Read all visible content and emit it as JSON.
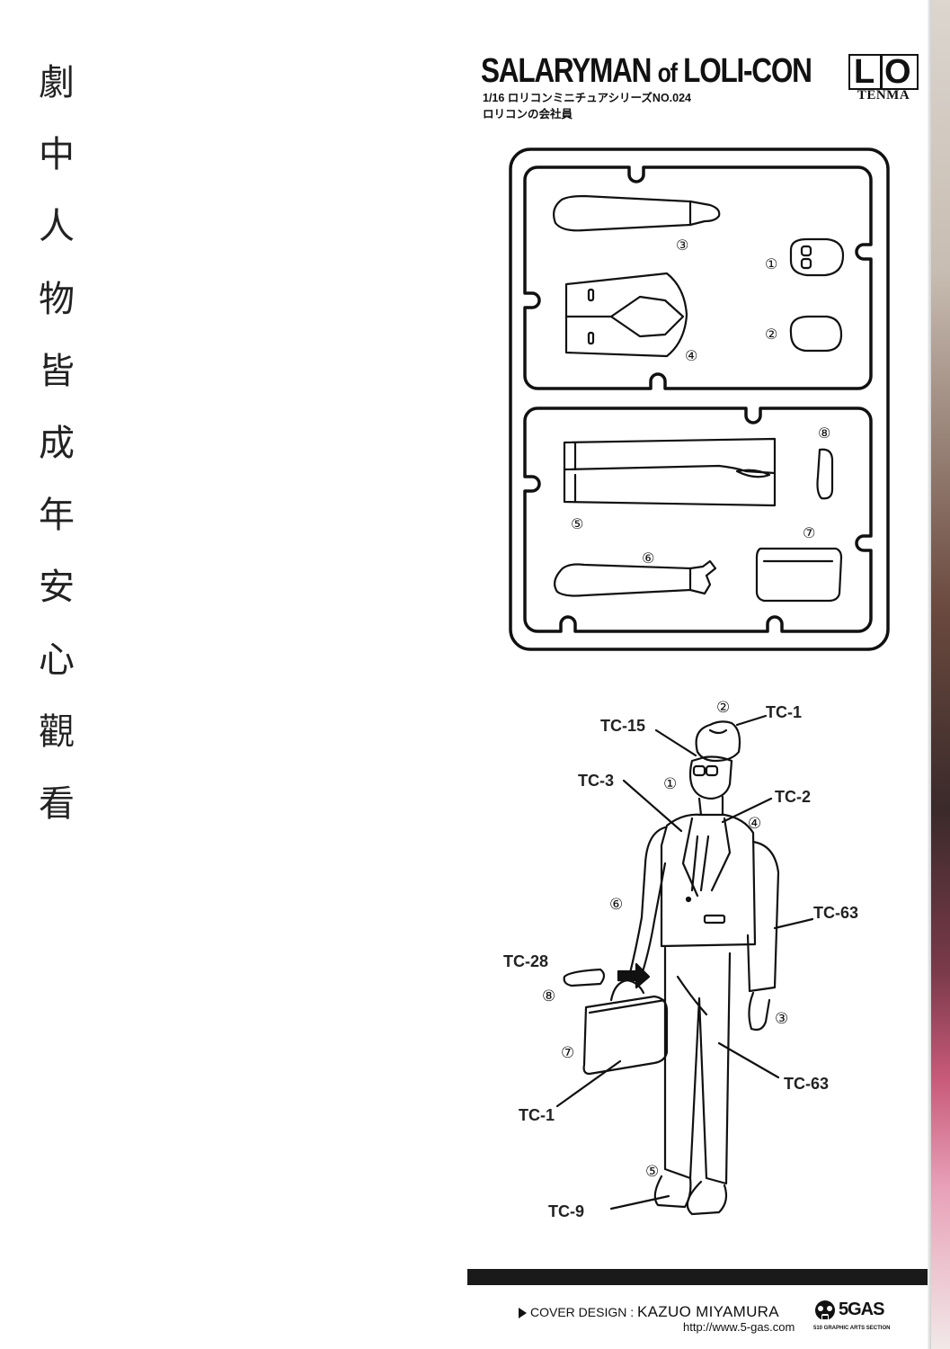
{
  "vertical_text": [
    "劇",
    "中",
    "人",
    "物",
    "皆",
    "成",
    "年",
    "安",
    "心",
    "觀",
    "看"
  ],
  "header": {
    "title_main_1": "SALARYMAN ",
    "title_of": "of",
    "title_main_2": " LOLI-CON",
    "subtitle_series": "1/16 ロリコンミニチュアシリーズNO.024",
    "subtitle_name": "ロリコンの会社員"
  },
  "logo": {
    "letter_1": "L",
    "letter_2": "O",
    "brand": "TENMA"
  },
  "parts": [
    "①",
    "②",
    "③",
    "④",
    "⑤",
    "⑥",
    "⑦",
    "⑧"
  ],
  "color_codes": {
    "head_hair": "TC-1",
    "glasses": "TC-15",
    "face": "TC-3",
    "jacket": "TC-2",
    "sleeve": "TC-63",
    "handle": "TC-28",
    "trousers": "TC-63",
    "case": "TC-1",
    "shoes": "TC-9"
  },
  "footer": {
    "credit_label": "COVER DESIGN : ",
    "credit_name": "KAZUO MIYAMURA",
    "url": "http://www.5-gas.com",
    "brand_5gas": "5GAS",
    "brand_sub": "510 GRAPHIC ARTS SECTION"
  }
}
